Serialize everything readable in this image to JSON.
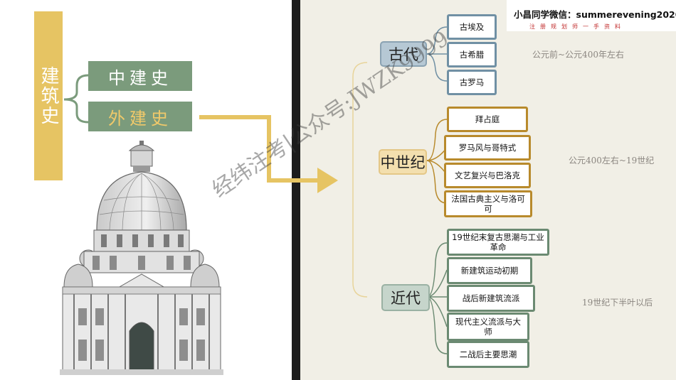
{
  "title_vertical": "建筑史",
  "branches": [
    {
      "label": "中建史"
    },
    {
      "label": "外建史"
    }
  ],
  "eras": [
    {
      "label": "古代",
      "note": "公元前~公元400年左右",
      "items": [
        "古埃及",
        "古希腊",
        "古罗马"
      ]
    },
    {
      "label": "中世纪",
      "note": "公元400左右~19世纪",
      "items": [
        "拜占庭",
        "罗马风与哥特式",
        "文艺复兴与巴洛克",
        "法国古典主义与洛可可"
      ]
    },
    {
      "label": "近代",
      "note": "19世纪下半叶以后",
      "items": [
        "19世纪末复古思潮与工业革命",
        "新建筑运动初期",
        "战后新建筑流派",
        "现代主义流派与大师",
        "二战后主要思潮"
      ]
    }
  ],
  "wechat": {
    "title": "小昌同学微信：summerevening2020",
    "subtitle": "注册规划师一手资料"
  },
  "watermark": "经纬注考|公众号:JWZK9999",
  "colors": {
    "gold": "#e6c463",
    "sage": "#7b9b7c",
    "ancient_border": "#7090a4",
    "medieval_border": "#b88a2c",
    "modern_border": "#6b8a72"
  }
}
